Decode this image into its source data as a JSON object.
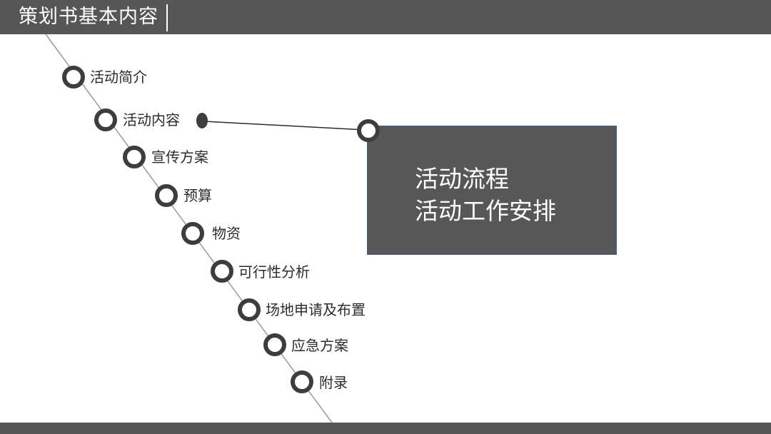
{
  "header": {
    "title": "策划书基本内容"
  },
  "nodes": [
    {
      "label": "活动简介"
    },
    {
      "label": "活动内容"
    },
    {
      "label": "宣传方案"
    },
    {
      "label": "预算"
    },
    {
      "label": "物资"
    },
    {
      "label": "可行性分析"
    },
    {
      "label": "场地申请及布置"
    },
    {
      "label": "应急方案"
    },
    {
      "label": "附录"
    }
  ],
  "detail": {
    "lines": [
      "活动流程",
      "活动工作安排"
    ]
  },
  "colors": {
    "header": "#565656",
    "box": "#575757",
    "ring": "#3d3d3d"
  }
}
